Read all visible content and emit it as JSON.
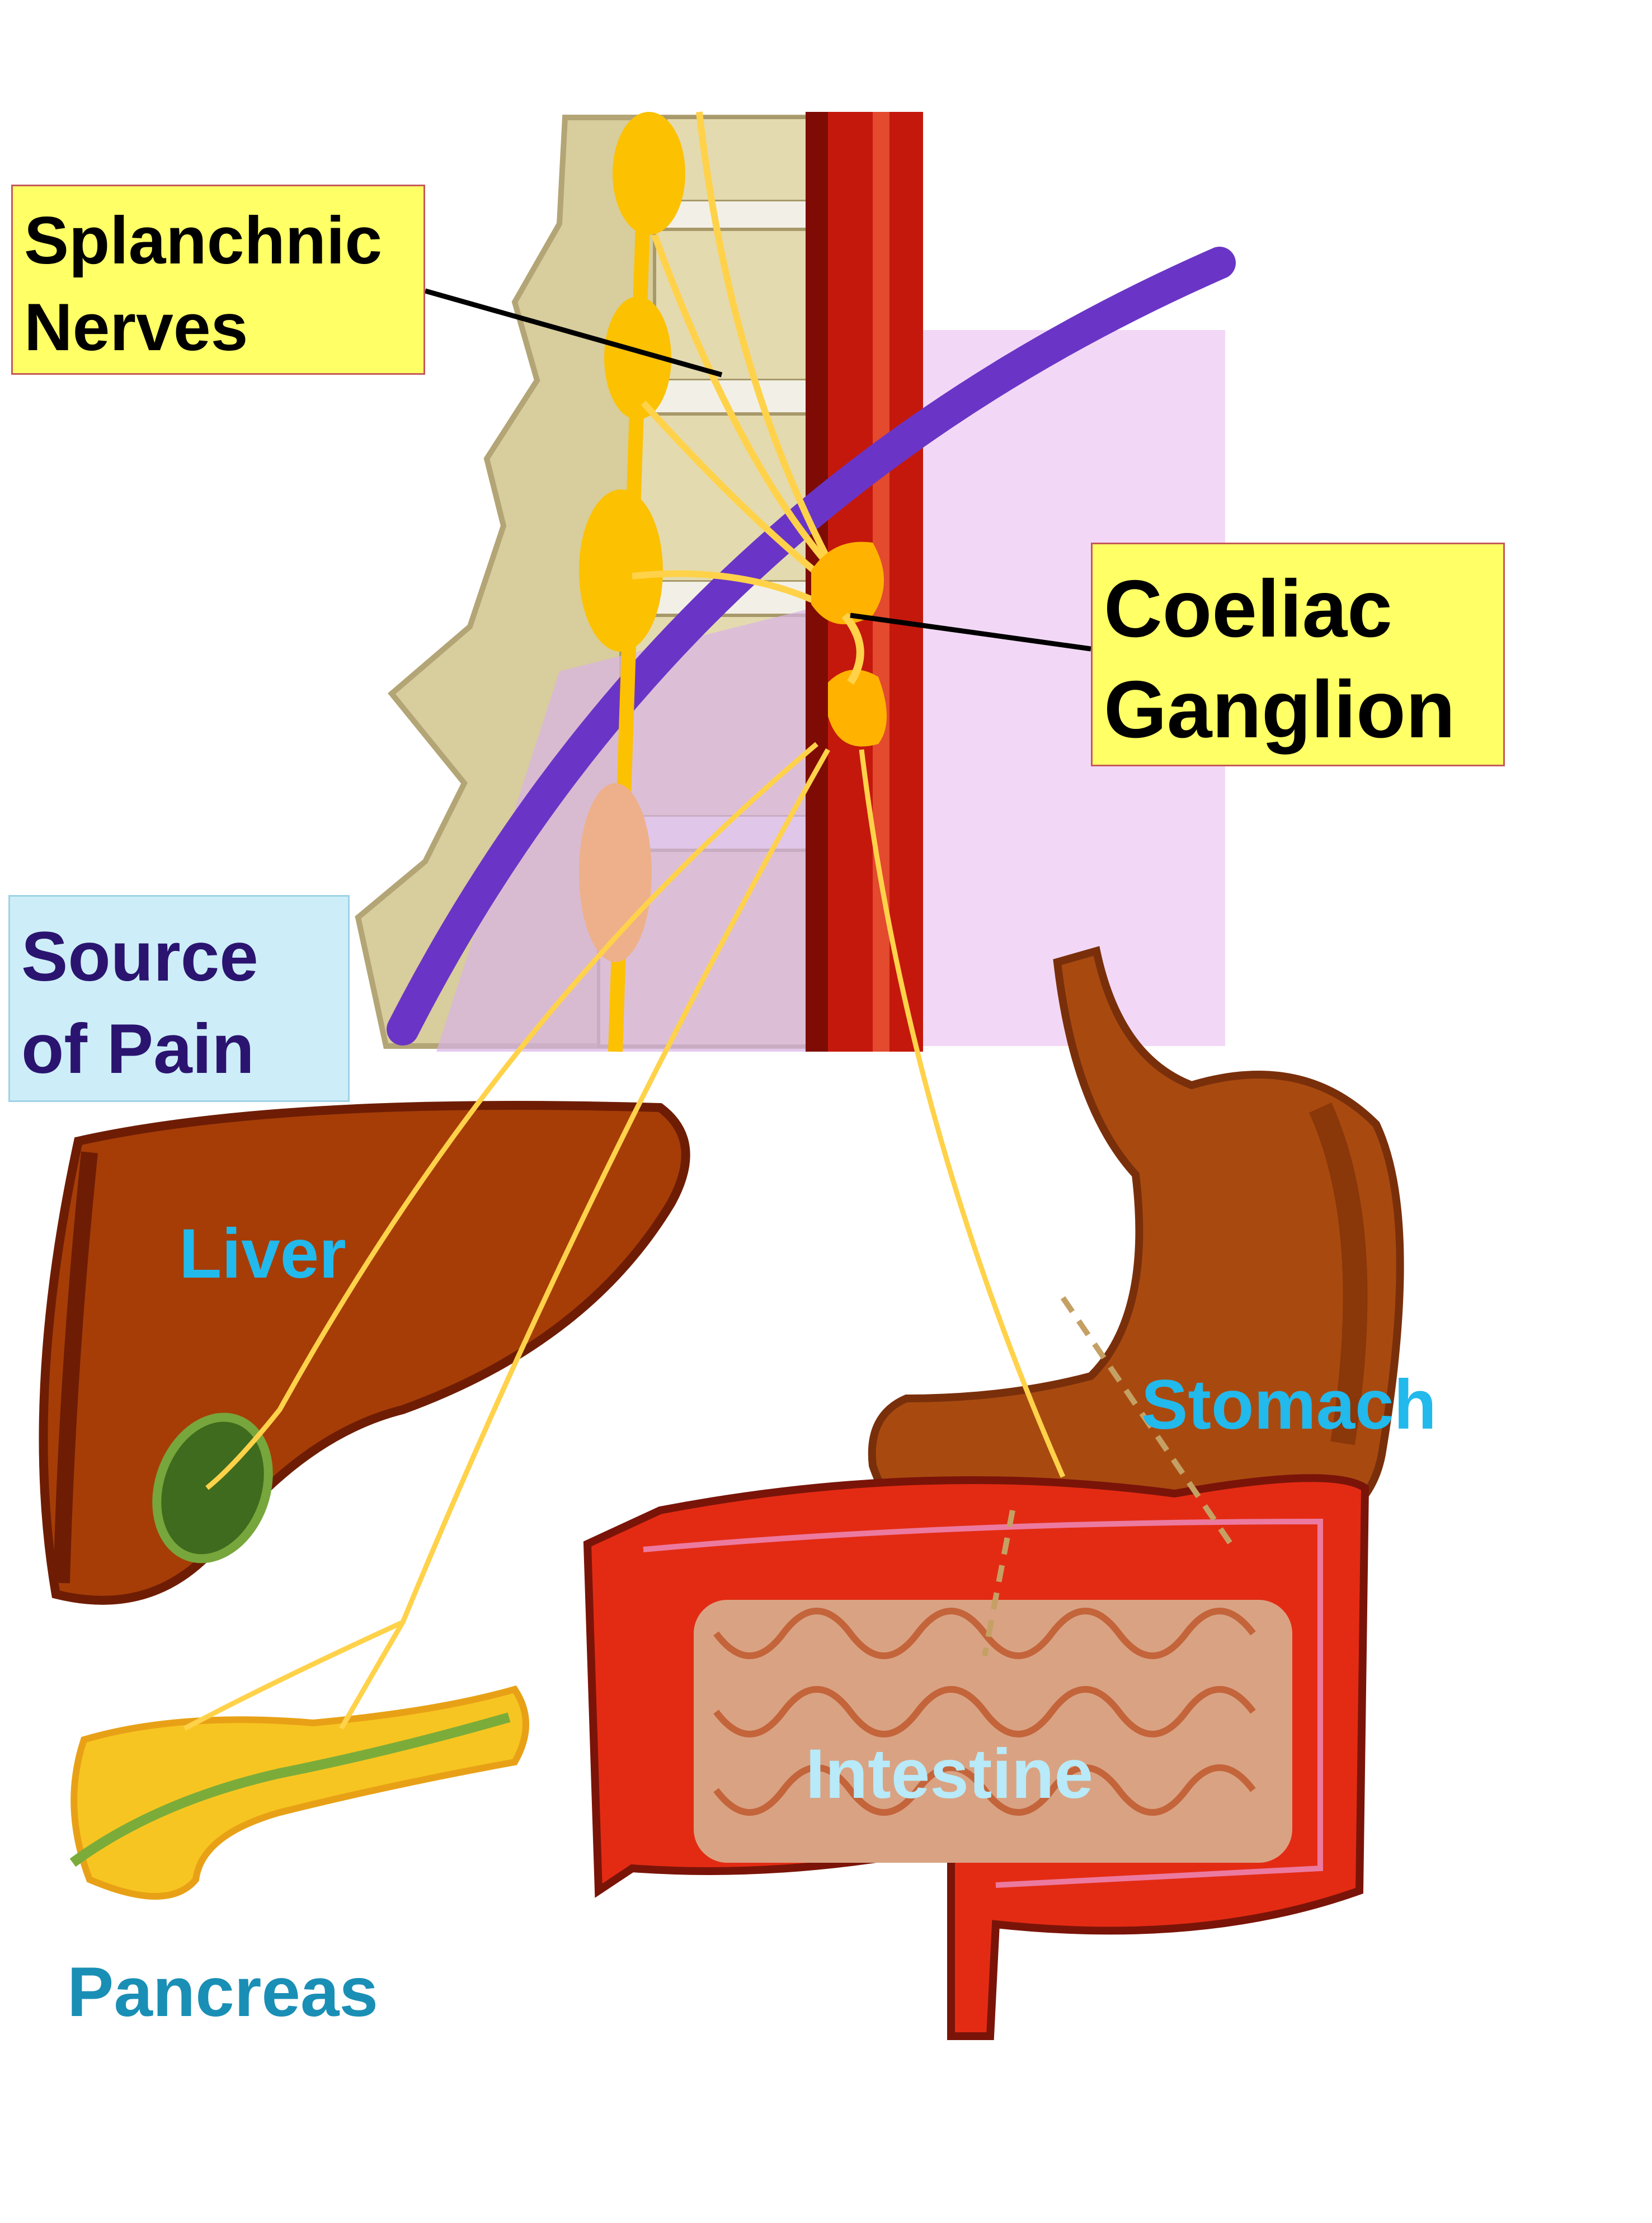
{
  "labels": {
    "splanchnic": [
      "Splanchnic",
      "Nerves"
    ],
    "coeliac": [
      "Coeliac",
      "Ganglion"
    ],
    "source": [
      "Source",
      "of Pain"
    ]
  },
  "organs": {
    "liver": "Liver",
    "stomach": "Stomach",
    "intestine": "Intestine",
    "pancreas": "Pancreas"
  },
  "colors": {
    "nerve": "#fcc100",
    "nerve_fiber": "#ffd24a",
    "ganglion": "#ffb300",
    "aorta": "#c4180c",
    "diaphragm": "#6a35c6",
    "liver": "#a63d07",
    "gallbladder": "#3f6b1e",
    "stomach": "#a84a10",
    "colon": "#e32b13",
    "small_intestine": "#d9a383",
    "pancreas": "#f7c521",
    "spine": "#d9cfa0",
    "label_yellow": "#ffff66",
    "label_blue": "#cdeef8",
    "organ_text_blue": "#22b9ec",
    "pancreas_text": "#1a8fb5"
  }
}
